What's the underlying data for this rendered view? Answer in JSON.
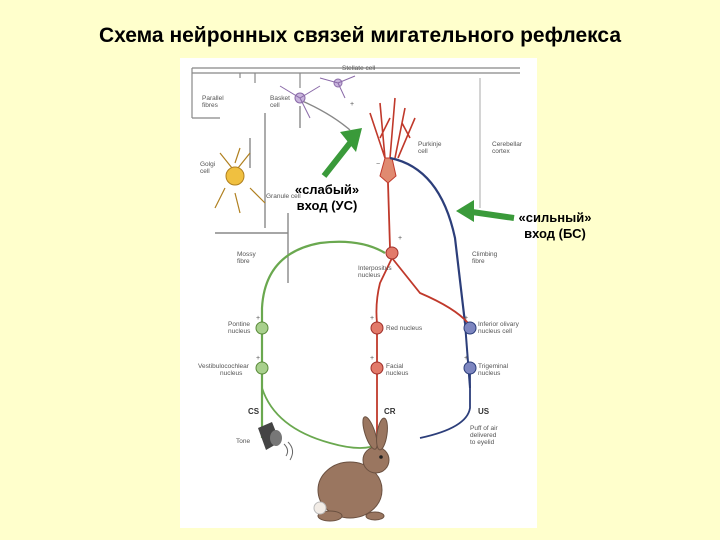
{
  "slide": {
    "title": "Схема нейронных связей мигательного рефлекса"
  },
  "callouts": {
    "weak_line1": "«слабый»",
    "weak_line2": "вход (УС)",
    "strong_line1": "«сильный»",
    "strong_line2": "вход (БС)"
  },
  "diagram": {
    "stellate": "Stellate cell",
    "parallel1": "Parallel",
    "parallel2": "fibres",
    "basket1": "Basket",
    "basket2": "cell",
    "purkinje1": "Purkinje",
    "purkinje2": "cell",
    "cortex1": "Cerebellar",
    "cortex2": "cortex",
    "golgi1": "Golgi",
    "golgi2": "cell",
    "granule": "Granule cell",
    "mossy1": "Mossy",
    "mossy2": "fibre",
    "interpositus1": "Interpositus",
    "interpositus2": "nucleus",
    "climbing1": "Climbing",
    "climbing2": "fibre",
    "pontine1": "Pontine",
    "pontine2": "nucleus",
    "red": "Red nucleus",
    "io1": "Inferior olivary",
    "io2": "nucleus cell",
    "vestib1": "Vestibulocochlear",
    "vestib2": "nucleus",
    "facial1": "Facial",
    "facial2": "nucleus",
    "trigem1": "Trigeminal",
    "trigem2": "nucleus",
    "cs": "CS",
    "cr": "CR",
    "us": "US",
    "tone": "Tone",
    "puff1": "Puff of air",
    "puff2": "delivered",
    "puff3": "to eyelid",
    "plus": "+",
    "minus": "−"
  },
  "colors": {
    "green_fibre": "#6aa84f",
    "red_path": "#c0392b",
    "blue_path": "#2c3e7a",
    "gray_path": "#888888",
    "golgi_fill": "#f0c040",
    "rabbit": "#9a7660",
    "arrow_green": "#3a9a3a"
  }
}
